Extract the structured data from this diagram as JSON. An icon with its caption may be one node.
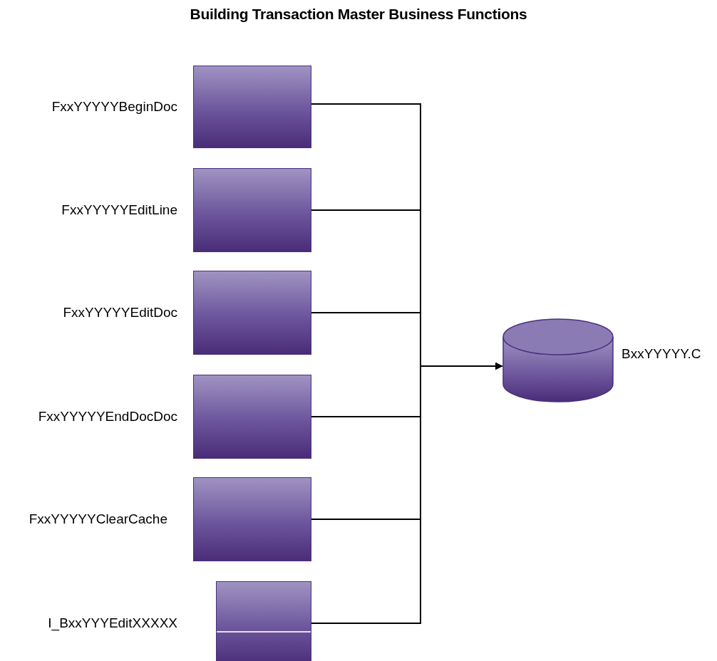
{
  "diagram": {
    "title": "Building Transaction Master Business Functions",
    "nodes": [
      {
        "text": [],
        "shape": "box",
        "beside": [
          "FxxYYYYYBeginDoc"
        ]
      },
      {
        "text": [],
        "shape": "box",
        "beside": [
          "FxxYYYYYEditLine"
        ]
      },
      {
        "text": [],
        "shape": "box",
        "beside": [
          "FxxYYYYYEditDoc"
        ]
      },
      {
        "text": [],
        "shape": "box",
        "beside": [
          "FxxYYYYYEndDocDoc"
        ]
      },
      {
        "text": [],
        "shape": "box",
        "beside": [
          "FxxYYYYYClearCache"
        ]
      },
      {
        "text": [],
        "shape": "box",
        "beside": [
          "I_BxxYYYEditXXXXX"
        ]
      },
      {
        "text": [],
        "shape": "cylinder",
        "beside": [
          "BxxYYYYY.C"
        ]
      }
    ],
    "edges": [
      {
        "from": 0,
        "to": 6,
        "arrow": "to"
      },
      {
        "from": 1,
        "to": 6,
        "arrow": "to"
      },
      {
        "from": 2,
        "to": 6,
        "arrow": "to"
      },
      {
        "from": 3,
        "to": 6,
        "arrow": "to"
      },
      {
        "from": 4,
        "to": 6,
        "arrow": "to"
      },
      {
        "from": 5,
        "to": 6,
        "arrow": "to"
      }
    ]
  }
}
